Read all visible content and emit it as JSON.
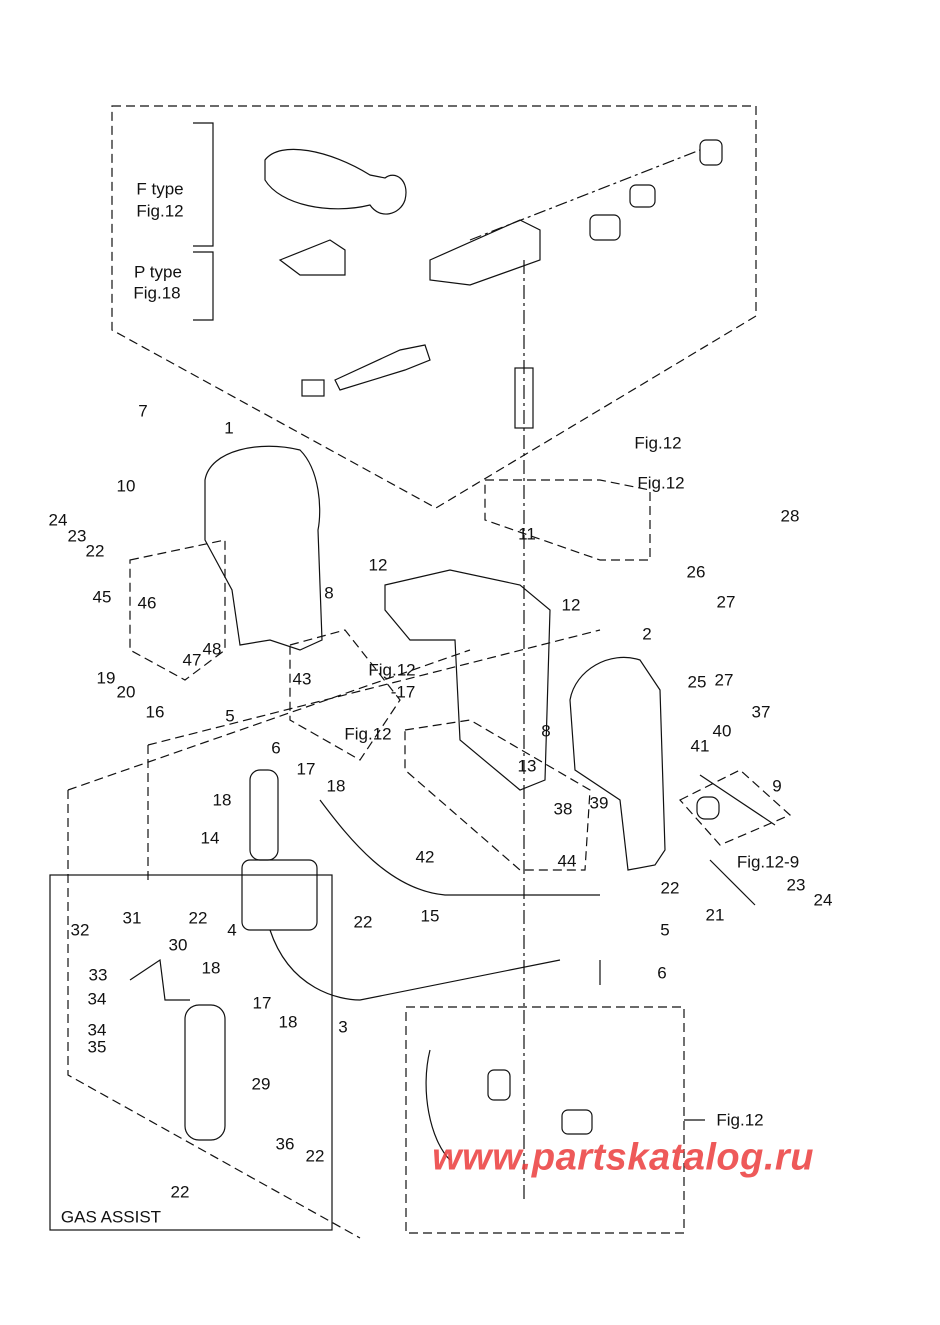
{
  "diagram": {
    "callouts": [
      "7",
      "1",
      "10",
      "24",
      "23",
      "22",
      "45",
      "46",
      "47",
      "48",
      "19",
      "20",
      "16",
      "8",
      "12",
      "11",
      "12",
      "43",
      "5",
      "6",
      "Fig.12",
      "-17",
      "Fig.12",
      "2",
      "26",
      "28",
      "27",
      "25",
      "27",
      "37",
      "40",
      "41",
      "8",
      "9",
      "13",
      "38",
      "39",
      "17",
      "18",
      "18",
      "14",
      "42",
      "44",
      "Fig.12-9",
      "22",
      "23",
      "24",
      "21",
      "5",
      "6",
      "15",
      "22",
      "22",
      "4",
      "3",
      "32",
      "31",
      "30",
      "18",
      "33",
      "34",
      "17",
      "18",
      "34",
      "35",
      "29",
      "36",
      "22",
      "22",
      "GAS ASSIST",
      "Fig.12",
      "F type",
      "Fig.12",
      "P type",
      "Fig.18",
      "Fig.12",
      "Fig.12"
    ],
    "watermark": "www.partskatalog.ru"
  },
  "colors": {
    "line": "#111111",
    "watermark": "#eb3c3c"
  }
}
